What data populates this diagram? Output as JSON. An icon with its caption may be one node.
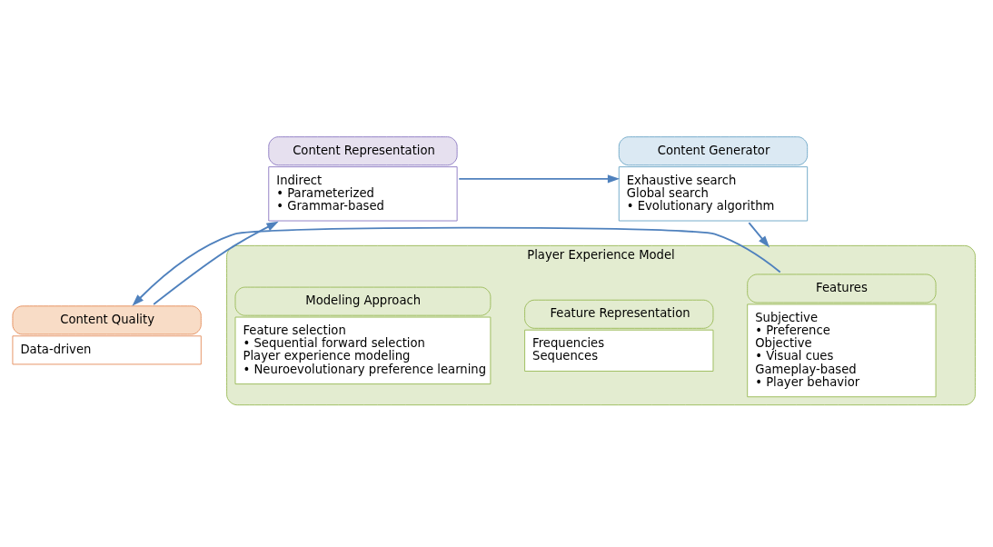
{
  "diagram": {
    "nodes": [
      {
        "text": [
          "Content Representation",
          "Indirect",
          "• Parameterized",
          "• Grammar-based"
        ]
      },
      {
        "text": [
          "Content Generator",
          "Exhaustive search",
          "Global search",
          "• Evolutionary algorithm"
        ]
      },
      {
        "text": [
          "Player Experience Model"
        ]
      },
      {
        "text": [
          "Features",
          "Subjective",
          "• Preference",
          "Objective",
          "• Visual cues",
          "Gameplay-based",
          "• Player behavior"
        ],
        "in": 2
      },
      {
        "text": [
          "Feature Representation",
          "Frequencies",
          "Sequences"
        ],
        "in": 2
      },
      {
        "text": [
          "Modeling Approach",
          "Feature selection",
          "• Sequential forward selection",
          "Player experience modeling",
          "• Neuroevolutionary preference learning"
        ],
        "in": 2
      },
      {
        "text": [
          "Content Quality",
          "Data-driven"
        ]
      }
    ],
    "edges": [
      {
        "from": 0,
        "to": 1,
        "arrow": "to"
      },
      {
        "from": 1,
        "to": 2,
        "arrow": "to"
      },
      {
        "from": 3,
        "to": 6,
        "arrow": "to"
      },
      {
        "from": 6,
        "to": 0,
        "arrow": "to"
      }
    ]
  }
}
